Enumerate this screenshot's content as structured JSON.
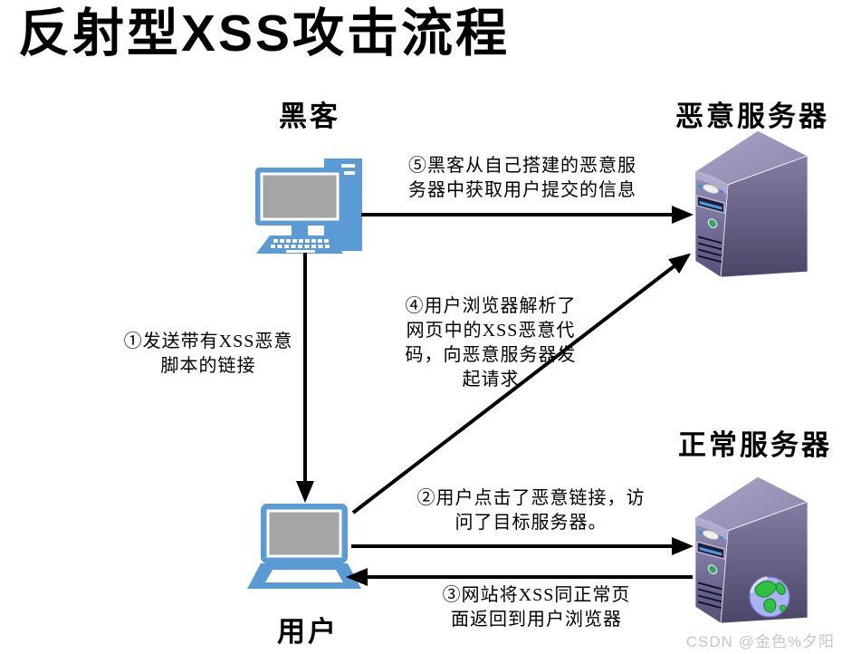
{
  "title": "反射型XSS攻击流程",
  "nodes": {
    "hacker": {
      "label": "黑客"
    },
    "malicious_server": {
      "label": "恶意服务器"
    },
    "normal_server": {
      "label": "正常服务器"
    },
    "user": {
      "label": "用户"
    }
  },
  "steps": [
    {
      "num": "①",
      "text": "①发送带有XSS恶意\n脚本的链接",
      "from": "黑客",
      "to": "用户"
    },
    {
      "num": "②",
      "text": "②用户点击了恶意链接，访\n问了目标服务器。",
      "from": "用户",
      "to": "正常服务器"
    },
    {
      "num": "③",
      "text": "③网站将XSS同正常页\n面返回到用户浏览器",
      "from": "正常服务器",
      "to": "用户"
    },
    {
      "num": "④",
      "text": "④用户浏览器解析了\n网页中的XSS恶意代\n码，向恶意服务器发\n起请求",
      "from": "用户",
      "to": "恶意服务器"
    },
    {
      "num": "⑤",
      "text": "⑤黑客从自己搭建的恶意服\n务器中获取用户提交的信息",
      "from": "黑客",
      "to": "恶意服务器"
    }
  ],
  "watermark": "CSDN @金色%夕阳",
  "colors": {
    "device_blue": "#5B9BD5",
    "screen_gray": "#A5A5A5",
    "server_top": "#9D97BB",
    "server_side_light": "#837DA4",
    "server_side_dark": "#4B4566",
    "server_front_light": "#9691B8",
    "server_front_dark": "#565078",
    "drive_stripe_blue": "#4D9BE0",
    "led_green": "#2FA860",
    "globe_ocean": "#A9B2F2",
    "globe_land": "#2EC23E",
    "arrow_black": "#000000",
    "watermark_gray": "#C6C6C6"
  }
}
